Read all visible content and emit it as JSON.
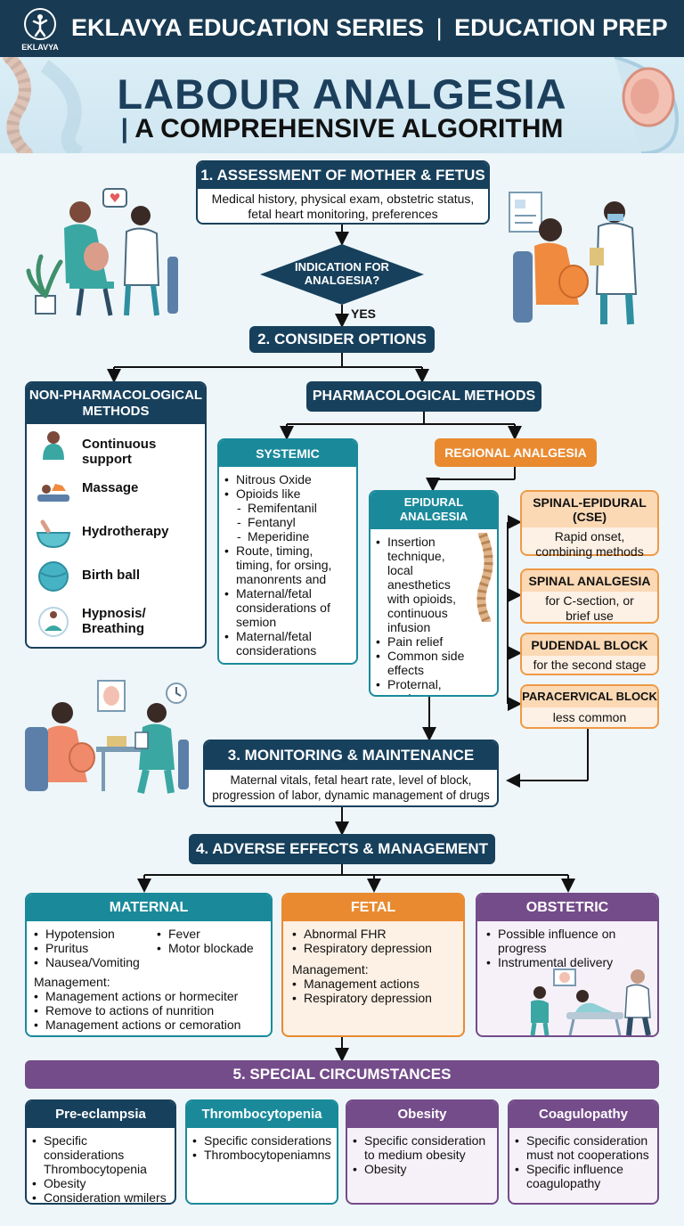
{
  "brand": {
    "logo_text": "EKLAVYA",
    "title_left": "EKLAVYA EDUCATION SERIES",
    "title_right": "EDUCATION PREP"
  },
  "title": {
    "main": "LABOUR ANALGESIA",
    "sub": "A COMPREHENSIVE ALGORITHM"
  },
  "step1": {
    "title": "1. ASSESSMENT OF MOTHER & FETUS",
    "text_line1": "Medical history, physical exam, obstetric status,",
    "text_line2": "fetal heart monitoring, preferences"
  },
  "decision": {
    "line1": "INDICATION FOR",
    "line2": "ANALGESIA?",
    "yes": "YES"
  },
  "step2": {
    "title": "2. CONSIDER OPTIONS"
  },
  "nonpharm": {
    "title_line1": "NON-PHARMACOLOGICAL",
    "title_line2": "METHODS",
    "items": [
      {
        "label": "Continuous support"
      },
      {
        "label": "Massage"
      },
      {
        "label": "Hydrotherapy"
      },
      {
        "label": "Birth ball"
      },
      {
        "label": "Hypnosis/",
        "label2": "Breathing"
      }
    ]
  },
  "pharm": {
    "title": "PHARMACOLOGICAL METHODS"
  },
  "systemic": {
    "title": "SYSTEMIC ANALGESIA",
    "items": [
      "Nitrous Oxide",
      "Opioids like",
      "Remifentanil",
      "Fentanyl",
      "Meperidine",
      "Route, timing, timing, for orsing, manonrents and",
      "Maternal/fetal considerations of semion",
      "Maternal/fetal considerations"
    ]
  },
  "regional": {
    "title": "REGIONAL ANALGESIA"
  },
  "epidural": {
    "title_line1": "EPIDURAL",
    "title_line2": "ANALGESIA",
    "items": [
      "Insertion technique, local anesthetics with opioids, continuous infusion",
      "Pain relief",
      "Common side effects",
      "Proternal, opain considerations"
    ]
  },
  "side_boxes": [
    {
      "title": "SPINAL-EPIDURAL (CSE)",
      "text": "Rapid onset, combining methods"
    },
    {
      "title": "SPINAL ANALGESIA",
      "text": "for C-section, or brief use"
    },
    {
      "title": "PUDENDAL BLOCK",
      "text": "for the second stage"
    },
    {
      "title": "PARACERVICAL BLOCK",
      "text": "less common"
    }
  ],
  "step3": {
    "title": "3. MONITORING & MAINTENANCE",
    "text_line1": "Maternal vitals, fetal heart rate, level of block,",
    "text_line2": "progression of labor, dynamic management of drugs"
  },
  "step4": {
    "title": "4. ADVERSE EFFECTS & MANAGEMENT"
  },
  "maternal": {
    "title": "MATERNAL",
    "col1": [
      "Hypotension",
      "Pruritus",
      "Nausea/Vomiting"
    ],
    "col2": [
      "Fever",
      "Motor blockade"
    ],
    "mgmt_label": "Management:",
    "mgmt": [
      "Management actions or hormeciter",
      "Remove to actions of nunrition",
      "Management actions or cemoration"
    ]
  },
  "fetal": {
    "title": "FETAL",
    "items": [
      "Abnormal FHR",
      "Respiratory depression"
    ],
    "mgmt_label": "Management:",
    "mgmt": [
      "Management actions",
      "Respiratory depression"
    ]
  },
  "obstetric": {
    "title": "OBSTETRIC",
    "items": [
      "Possible influence on progress",
      "Instrumental delivery"
    ]
  },
  "step5": {
    "title": "5. SPECIAL CIRCUMSTANCES"
  },
  "special": [
    {
      "title": "Pre-eclampsia",
      "items": [
        "Specific considerations Thrombocytopenia",
        "Obesity",
        "Consideration wmilers"
      ]
    },
    {
      "title": "Thrombocytopenia",
      "items": [
        "Specific considerations",
        "Thrombocytopeniamns"
      ]
    },
    {
      "title": "Obesity",
      "items": [
        "Specific consideration to medium obesity",
        "Obesity"
      ]
    },
    {
      "title": "Coagulopathy",
      "items": [
        "Specific consideration must not cooperations",
        "Specific influence coagulopathy"
      ]
    }
  ],
  "colors": {
    "navy": "#17405c",
    "teal": "#1a8a9b",
    "orange": "#e98a30",
    "purple": "#744c8a"
  }
}
